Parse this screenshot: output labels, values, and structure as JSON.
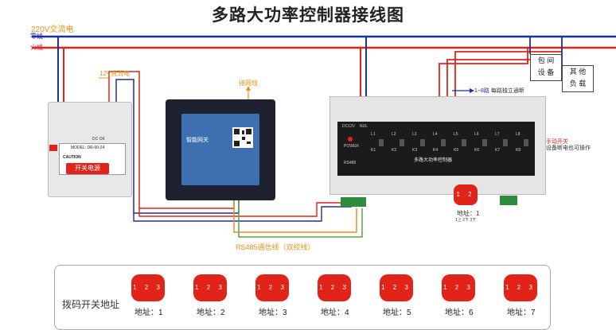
{
  "title": "多路大功率控制器接线图",
  "ac_label": "220V交流电",
  "neutral_label": "零线",
  "live_label": "火线",
  "dc_label": "12V直流电",
  "network_label": "接网线",
  "rs485_label": "RS485通信线（双绞线）",
  "channel_label": "1~8路",
  "channel_desc": "每路独立通断",
  "device_box_1": "包 间\n设 备",
  "device_box_1_line1": "包 间",
  "device_box_1_line2": "设 备",
  "device_box_2_line1": "其 他",
  "device_box_2_line2": "负 载",
  "manual_switch_title": "手动开关",
  "manual_switch_desc": "设备断电也可操作",
  "psu": {
    "model": "MODEL: DR-60-24",
    "dc_ok": "DC OK",
    "caution": "CAUTION",
    "badge": "开关电源"
  },
  "gateway": {
    "title": "智能网关"
  },
  "controller": {
    "name": "多路大功率控制器",
    "dc": "DC12V",
    "nul": "NUL",
    "power": "POWER",
    "channels": [
      "L1",
      "L2",
      "L3",
      "L4",
      "L5",
      "L6",
      "L7",
      "L8"
    ],
    "keys": [
      "K1",
      "K2",
      "K3",
      "K4",
      "K5",
      "K6",
      "K7",
      "K8"
    ],
    "bus": "RS485",
    "addr_caption": "地址：1",
    "addr_sub": "1上 2下 3下"
  },
  "dip_section_label": "拨码开关地址",
  "dip_digits": "1 2 3",
  "addresses": [
    "地址：1",
    "地址：2",
    "地址：3",
    "地址：4",
    "地址：5",
    "地址：6",
    "地址：7"
  ],
  "colors": {
    "live": "#e2231a",
    "neutral": "#1d2f9c",
    "dc": "#e6931c",
    "rs485": "#e6931c"
  }
}
